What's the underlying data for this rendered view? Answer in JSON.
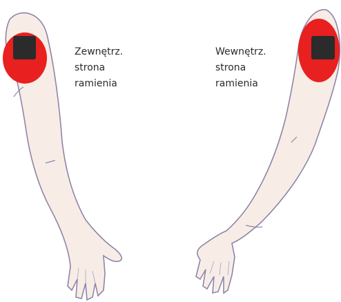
{
  "labels": {
    "left": [
      "Zewnętrz.",
      "strona",
      "ramienia"
    ],
    "right": [
      "Wewnętrz.",
      "strona",
      "ramienia"
    ]
  },
  "colors": {
    "skin": "#f7ede6",
    "outline": "#8f84a8",
    "electrode_ring": "#e8201f",
    "electrode_pad": "#2b2b2b",
    "text": "#2b2b2b"
  }
}
